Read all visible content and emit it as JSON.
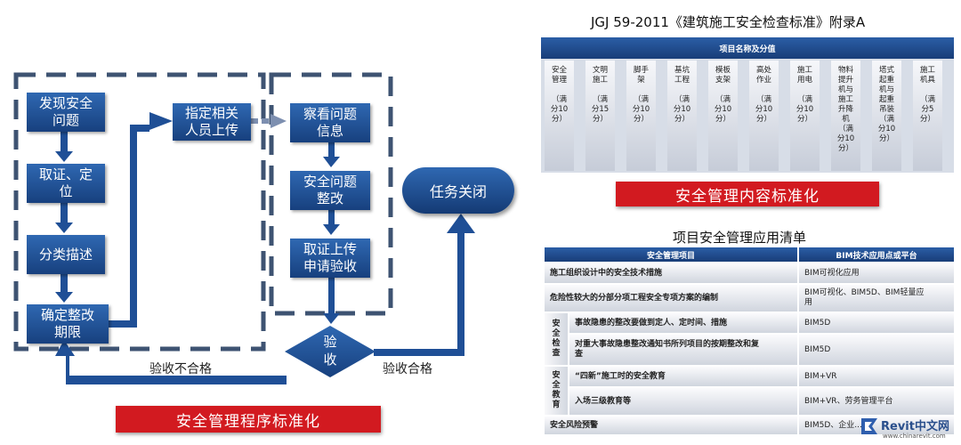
{
  "flow": {
    "boxes": {
      "discover": "发现安全\n问题",
      "evidence": "取证、定\n位",
      "classify": "分类描述",
      "deadline": "确定整改\n期限",
      "assign": "指定相关\n人员上传",
      "review": "察看问题\n信息",
      "rectify": "安全问题\n整改",
      "upload": "取证上传\n申请验收",
      "accept": "验\n收",
      "close": "任务关闭"
    },
    "fail_label": "验收不合格",
    "pass_label": "验收合格",
    "banner": "安全管理程序标准化",
    "colors": {
      "box": "#1f4f96",
      "arrow": "#1f4f96",
      "dashed": "#3e5372",
      "banner": "#d21a20"
    }
  },
  "standards": {
    "title": "JGJ 59-2011《建筑施工安全检查标准》附录A",
    "header": "项目名称及分值",
    "items": [
      "安全\n管理\n\n（满\n分10\n分）",
      "文明\n施工\n\n（满\n分15\n分）",
      "脚手\n架\n\n（满\n分10\n分）",
      "基坑\n工程\n\n（满\n分10\n分）",
      "模板\n支架\n\n（满\n分10\n分）",
      "高处\n作业\n\n（满\n分10\n分）",
      "施工\n用电\n\n（满\n分10\n分）",
      "物料\n提升\n机与\n施工\n升降\n机\n（满\n分10\n分）",
      "塔式\n起重\n机与\n起重\n吊装\n（满\n分10\n分）",
      "施工\n机具\n\n（满\n分5\n分）"
    ],
    "banner": "安全管理内容标准化"
  },
  "checklist": {
    "title": "项目安全管理应用清单",
    "col1": "安全管理项目",
    "col2": "BIM技术应用点或平台",
    "rows": {
      "r1": {
        "item": "施工组织设计中的安全技术措施",
        "tech": "BIM可视化应用"
      },
      "r2": {
        "item": "危险性较大的分部分项工程安全专项方案的编制",
        "tech": "BIM可视化、BIM5D、BIM轻量应\n用"
      },
      "g1": "安\n全\n检\n查",
      "r3": {
        "item": "事故隐患的整改要做到定人、定时间、措施",
        "tech": "BIM5D"
      },
      "r4": {
        "item": "对重大事故隐患整改通知书所列项目的按期整改和复\n查",
        "tech": "BIM5D"
      },
      "g2": "安\n全\n教\n育",
      "r5": {
        "item": "“四新”施工时的安全教育",
        "tech": "BIM+VR"
      },
      "r6": {
        "item": "入场三级教育等",
        "tech": "BIM+VR、劳务管理平台"
      },
      "r7": {
        "item": "安全风险预警",
        "tech": "BIM5D、企业..."
      }
    }
  },
  "watermark": {
    "brand": "Revit中文网",
    "url": "www.chinarevit.com"
  }
}
